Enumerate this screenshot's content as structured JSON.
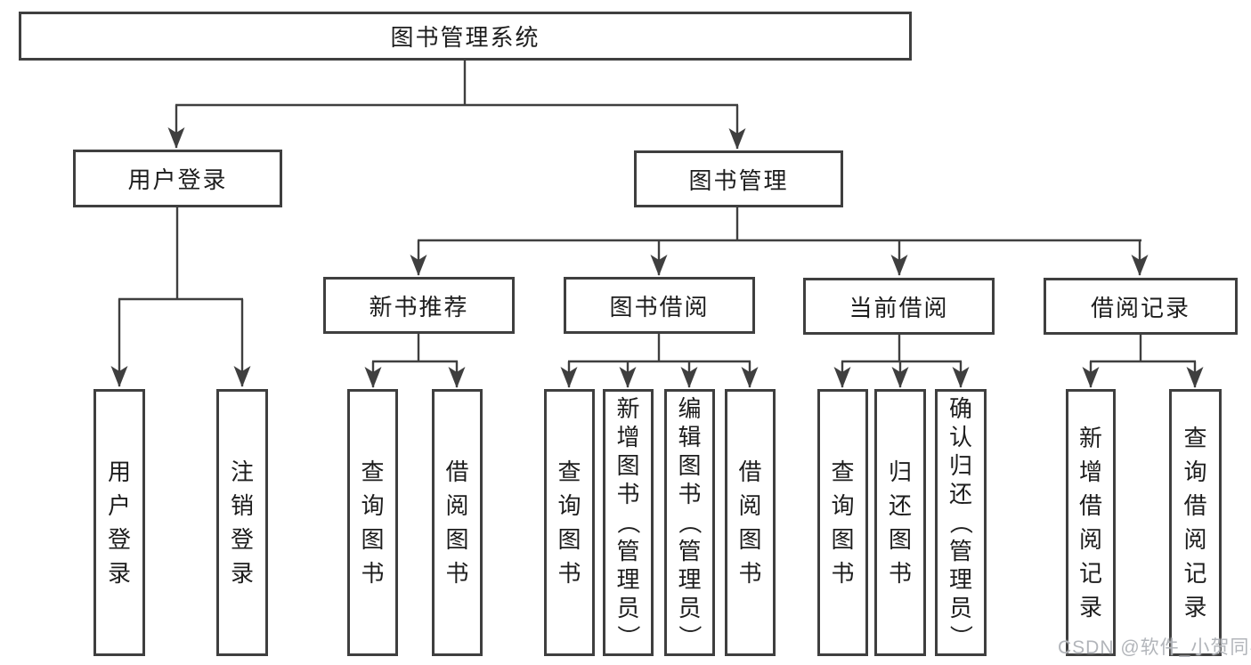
{
  "colors": {
    "line": "#3f3f3f",
    "box_border": "#3f3f3f",
    "box_fill": "#ffffff",
    "label_text": "#1d1d1d",
    "watermark": "#b2b5ba",
    "background": "#ffffff"
  },
  "watermark": {
    "text": "CSDN @软件_小贺同学"
  },
  "diagram": {
    "root": {
      "label": "图书管理系统"
    },
    "branches": [
      {
        "label": "用户登录",
        "children": [
          {
            "label": "用户登录"
          },
          {
            "label": "注销登录"
          }
        ]
      },
      {
        "label": "图书管理",
        "children": [
          {
            "label": "新书推荐",
            "children": [
              {
                "label": "查询图书"
              },
              {
                "label": "借阅图书"
              }
            ]
          },
          {
            "label": "图书借阅",
            "children": [
              {
                "label": "查询图书"
              },
              {
                "label": "新增图书（管理员）"
              },
              {
                "label": "编辑图书（管理员）"
              },
              {
                "label": "借阅图书"
              }
            ]
          },
          {
            "label": "当前借阅",
            "children": [
              {
                "label": "查询图书"
              },
              {
                "label": "归还图书"
              },
              {
                "label": "确认归还（管理员）"
              }
            ]
          },
          {
            "label": "借阅记录",
            "children": [
              {
                "label": "新增借阅记录"
              },
              {
                "label": "查询借阅记录"
              }
            ]
          }
        ]
      }
    ]
  }
}
